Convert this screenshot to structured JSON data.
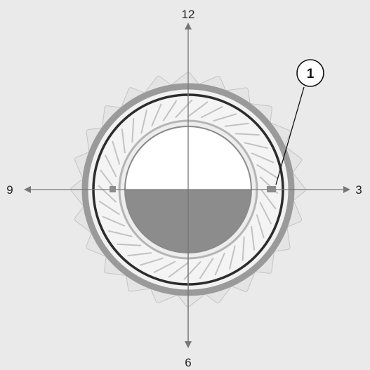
{
  "diagram": {
    "clock_labels": {
      "top": "12",
      "bottom": "6",
      "left": "9",
      "right": "3"
    },
    "callout_label": "1",
    "pick_count": 24,
    "colors": {
      "background": "#eaeaea",
      "axis": "#777777",
      "ring_outer": "#9a9a9a",
      "ring_dark": "#2c2c2c",
      "fill_lower": "#8c8c8c",
      "fill_upper": "#ffffff",
      "pick": "#c9c9c9"
    }
  }
}
